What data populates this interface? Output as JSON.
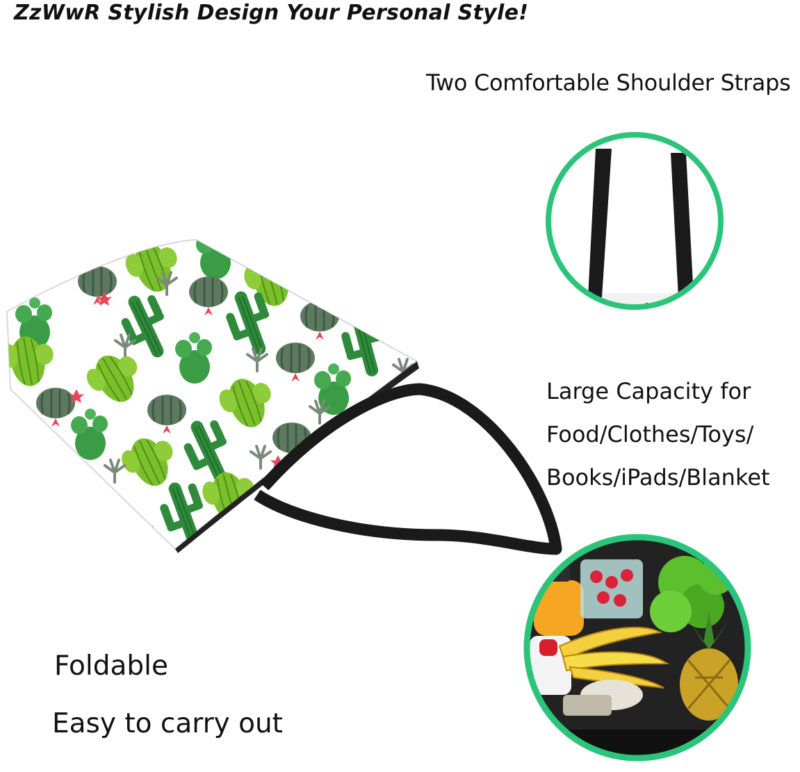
{
  "headline": "ZzWwR Stylish Design Your Personal Style!",
  "features": {
    "straps": "Two Comfortable Shoulder Straps",
    "capacity_lines": [
      "Large Capacity for",
      "Food/Clothes/Toys/",
      "Books/iPads/Blanket"
    ],
    "foldable": "Foldable",
    "carry": "Easy to carry out"
  },
  "colors": {
    "ring_green": "#2bc47a",
    "strap_black": "#1a1a1a",
    "cactus_dark": "#2f8a3b",
    "cactus_light": "#7bbf2a",
    "flower_red": "#e8455a"
  }
}
